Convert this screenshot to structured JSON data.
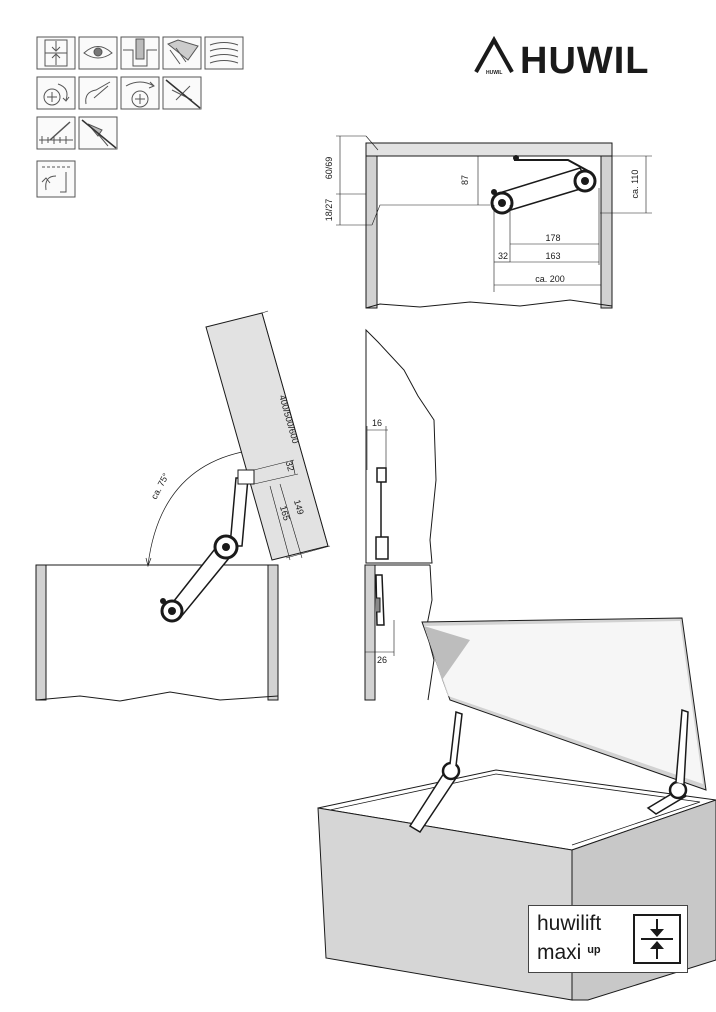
{
  "brand": {
    "name": "HUWIL",
    "small_mark": "HUWIL"
  },
  "pictograms": [
    {
      "name": "lift-symbol-icon"
    },
    {
      "name": "eye-icon"
    },
    {
      "name": "drill-icon"
    },
    {
      "name": "chipboard-icon"
    },
    {
      "name": "plywood-icon"
    },
    {
      "name": "screw-rotate-icon"
    },
    {
      "name": "hand-adjust-icon"
    },
    {
      "name": "screw-tool-icon"
    },
    {
      "name": "no-tool-icon"
    },
    {
      "name": "measure-icon"
    },
    {
      "name": "no-hammer-icon"
    },
    {
      "name": "rotate-arrow-icon"
    }
  ],
  "dimensions": {
    "top_view": {
      "lid_thickness": "60/69",
      "side_thickness": "18/27",
      "height_87": "87",
      "height_110": "ca. 110",
      "dim_178": "178",
      "dim_163": "163",
      "dim_32": "32",
      "dim_200": "ca. 200"
    },
    "open_view": {
      "lid_depth": "400/500/600",
      "dim_32": "32",
      "dim_165": "165",
      "dim_149": "149",
      "angle": "ca. 75°"
    },
    "side_view": {
      "dim_16": "16",
      "dim_26": "26"
    }
  },
  "product": {
    "line1": "huwilift",
    "line2": "maxi",
    "superscript": "up",
    "icon": "lift-symbol-icon"
  },
  "colors": {
    "panel_fill": "#d2d2d2",
    "lid_fill": "#e2e2e2",
    "ink": "#1a1a1a",
    "brand": "#1a1a1a"
  }
}
